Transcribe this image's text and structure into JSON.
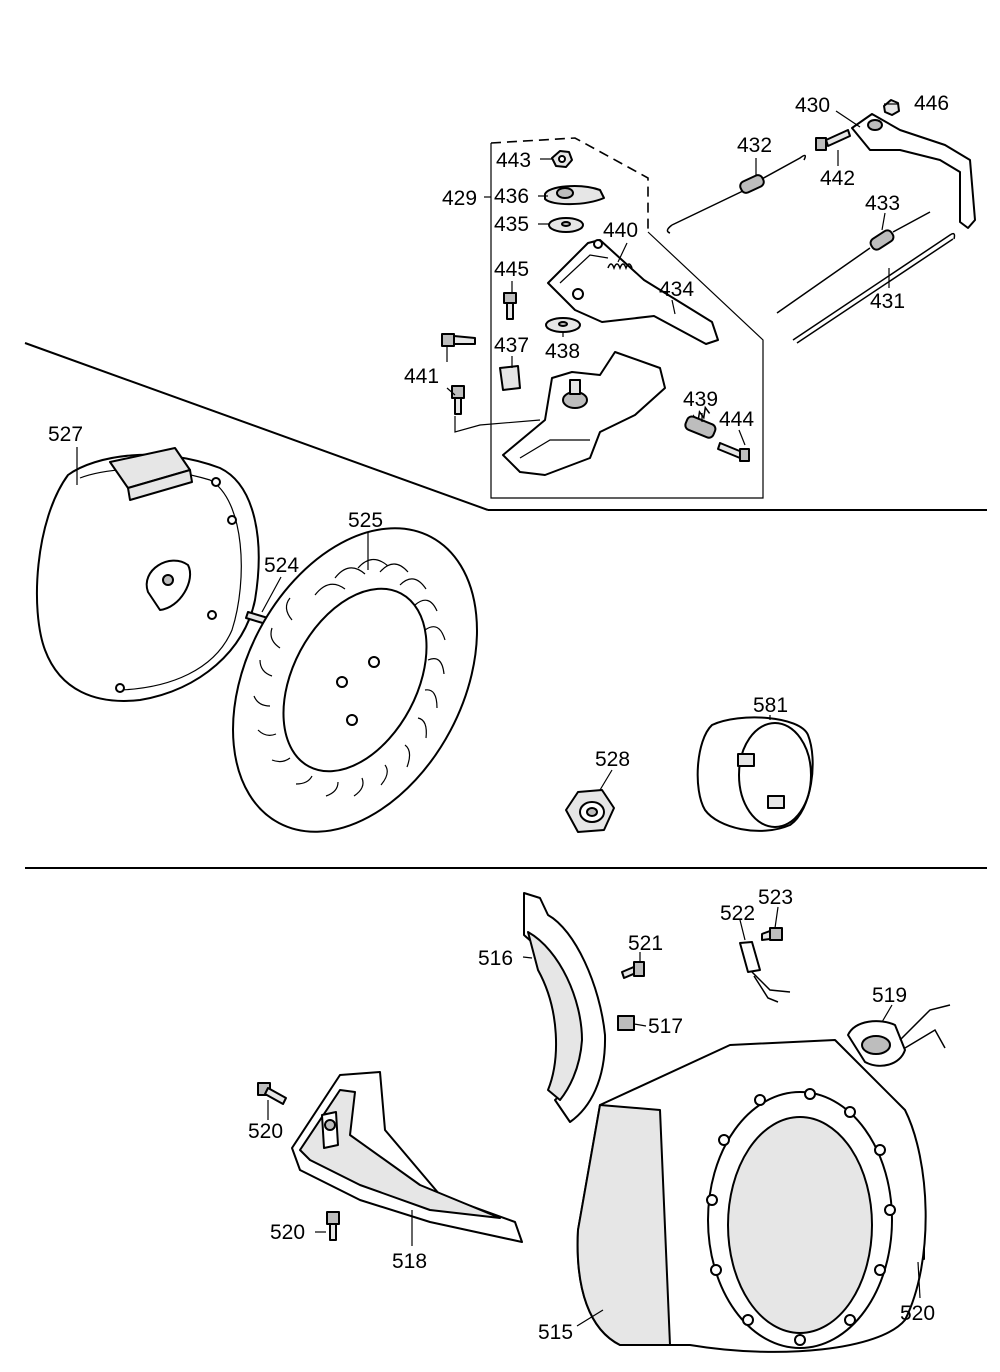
{
  "labels": {
    "p429": "429",
    "p430": "430",
    "p431": "431",
    "p432": "432",
    "p433": "433",
    "p434": "434",
    "p435": "435",
    "p436": "436",
    "p437": "437",
    "p438": "438",
    "p439": "439",
    "p440": "440",
    "p441": "441",
    "p442": "442",
    "p443": "443",
    "p444": "444",
    "p445": "445",
    "p446": "446",
    "p515": "515",
    "p516": "516",
    "p517": "517",
    "p518": "518",
    "p519": "519",
    "p520a": "520",
    "p520b": "520",
    "p520c": "520",
    "p521": "521",
    "p522": "522",
    "p523": "523",
    "p524": "524",
    "p525": "525",
    "p527": "527",
    "p528": "528",
    "p581": "581"
  }
}
